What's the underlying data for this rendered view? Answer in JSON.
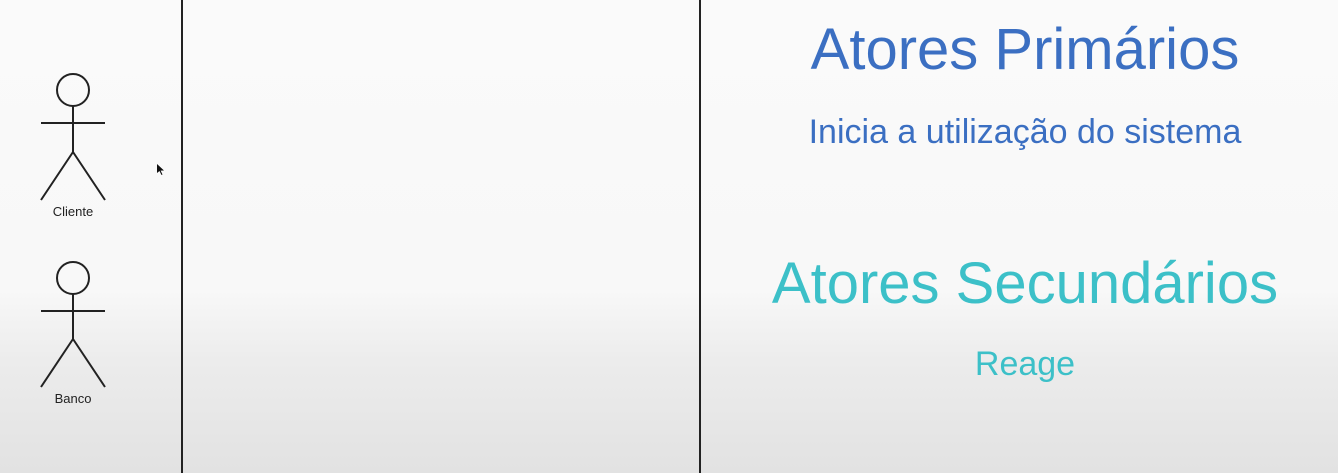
{
  "diagram": {
    "actors": [
      {
        "label": "Cliente"
      },
      {
        "label": "Banco"
      }
    ]
  },
  "panel": {
    "primary": {
      "title": "Atores Primários",
      "description": "Inicia a utilização do sistema",
      "color": "#3b6fc2"
    },
    "secondary": {
      "title": "Atores Secundários",
      "description": "Reage",
      "color": "#3cc0c8"
    }
  }
}
